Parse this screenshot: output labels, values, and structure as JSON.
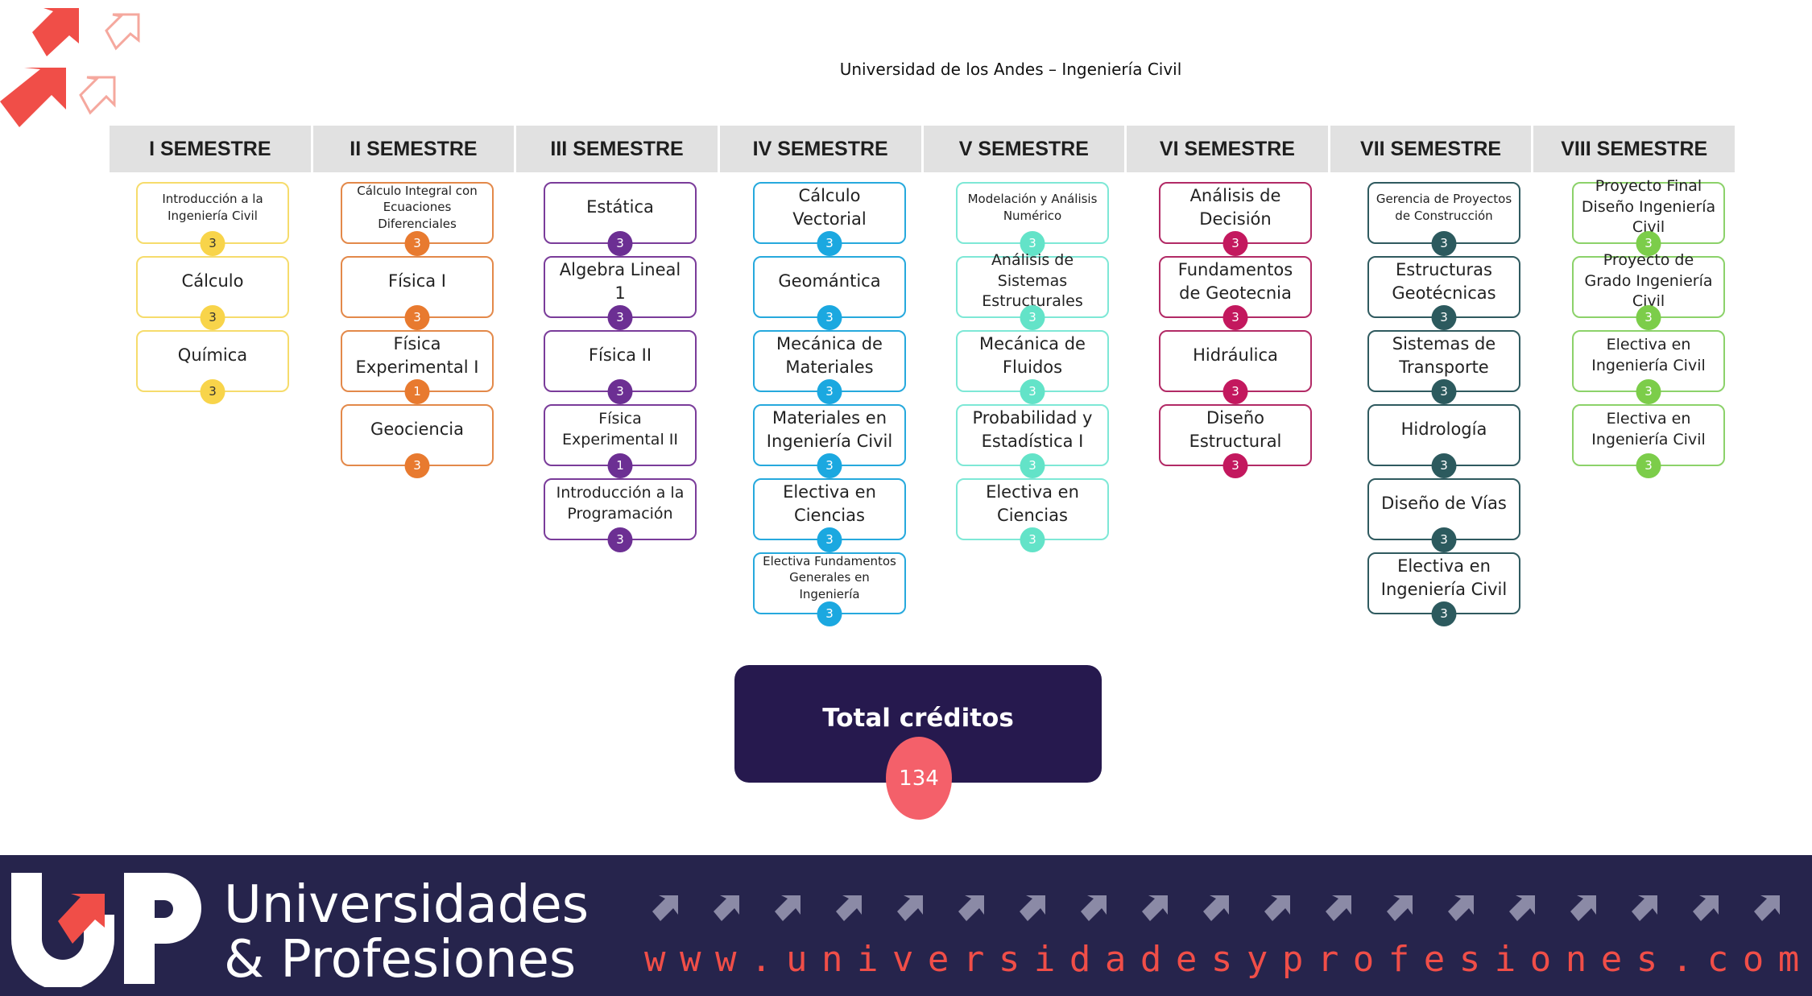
{
  "page_title": "Universidad de los Andes – Ingeniería Civil",
  "colors": {
    "header_bg": "#e1e1e1",
    "brand_navy": "#26244c",
    "total_box": "#26194e",
    "accent_red": "#f04e48",
    "accent_coral": "#f4606a"
  },
  "semesters": [
    {
      "name": "I SEMESTRE",
      "color": "#f6dc6c",
      "badge": "#f8d44a",
      "courses": [
        {
          "name": "Introducción a la Ingeniería Civil",
          "credits": "3",
          "size": "small"
        },
        {
          "name": "Cálculo",
          "credits": "3",
          "size": "large"
        },
        {
          "name": "Química",
          "credits": "3",
          "size": "large"
        }
      ]
    },
    {
      "name": "II SEMESTRE",
      "color": "#e3894a",
      "badge": "#e87a2f",
      "courses": [
        {
          "name": "Cálculo Integral con Ecuaciones Diferenciales",
          "credits": "3",
          "size": "small"
        },
        {
          "name": "Física I",
          "credits": "3",
          "size": "large"
        },
        {
          "name": "Física Experimental I",
          "credits": "1",
          "size": "large"
        },
        {
          "name": "Geociencia",
          "credits": "3",
          "size": "large"
        }
      ]
    },
    {
      "name": "III SEMESTRE",
      "color": "#7a3c9a",
      "badge": "#6c2f93",
      "courses": [
        {
          "name": "Estática",
          "credits": "3",
          "size": "large"
        },
        {
          "name": "Algebra Lineal 1",
          "credits": "3",
          "size": "large"
        },
        {
          "name": "Física II",
          "credits": "3",
          "size": "large"
        },
        {
          "name": "Física Experimental II",
          "credits": "1",
          "size": "medium"
        },
        {
          "name": "Introducción a la Programación",
          "credits": "3",
          "size": "medium"
        }
      ]
    },
    {
      "name": "IV SEMESTRE",
      "color": "#26a9dd",
      "badge": "#1ba8e0",
      "courses": [
        {
          "name": "Cálculo Vectorial",
          "credits": "3",
          "size": "large"
        },
        {
          "name": "Geomántica",
          "credits": "3",
          "size": "large"
        },
        {
          "name": "Mecánica de Materiales",
          "credits": "3",
          "size": "large"
        },
        {
          "name": "Materiales en Ingeniería Civil",
          "credits": "3",
          "size": "large"
        },
        {
          "name": "Electiva en Ciencias",
          "credits": "3",
          "size": "large"
        },
        {
          "name": "Electiva Fundamentos Generales en Ingeniería",
          "credits": "3",
          "size": "small"
        }
      ]
    },
    {
      "name": "V SEMESTRE",
      "color": "#7ee8d6",
      "badge": "#63e3c8",
      "courses": [
        {
          "name": "Modelación y Análisis Numérico",
          "credits": "3",
          "size": "small"
        },
        {
          "name": "Análisis de Sistemas Estructurales",
          "credits": "3",
          "size": "medium"
        },
        {
          "name": "Mecánica de Fluidos",
          "credits": "3",
          "size": "large"
        },
        {
          "name": "Probabilidad y Estadística I",
          "credits": "3",
          "size": "large"
        },
        {
          "name": "Electiva en Ciencias",
          "credits": "3",
          "size": "large"
        }
      ]
    },
    {
      "name": "VI SEMESTRE",
      "color": "#b22a66",
      "badge": "#c3185e",
      "courses": [
        {
          "name": "Análisis de Decisión",
          "credits": "3",
          "size": "large"
        },
        {
          "name": "Fundamentos de Geotecnia",
          "credits": "3",
          "size": "large"
        },
        {
          "name": "Hidráulica",
          "credits": "3",
          "size": "large"
        },
        {
          "name": "Diseño Estructural",
          "credits": "3",
          "size": "large"
        }
      ]
    },
    {
      "name": "VII SEMESTRE",
      "color": "#2f5a5f",
      "badge": "#2c5a5e",
      "courses": [
        {
          "name": "Gerencia de Proyectos de Construcción",
          "credits": "3",
          "size": "small"
        },
        {
          "name": "Estructuras Geotécnicas",
          "credits": "3",
          "size": "large"
        },
        {
          "name": "Sistemas de Transporte",
          "credits": "3",
          "size": "large"
        },
        {
          "name": "Hidrología",
          "credits": "3",
          "size": "large"
        },
        {
          "name": "Diseño de Vías",
          "credits": "3",
          "size": "large"
        },
        {
          "name": "Electiva en Ingeniería Civil",
          "credits": "3",
          "size": "large"
        }
      ]
    },
    {
      "name": "VIII SEMESTRE",
      "color": "#8cd26a",
      "badge": "#7ccd4a",
      "courses": [
        {
          "name": "Proyecto Final Diseño Ingeniería Civil",
          "credits": "3",
          "size": "medium"
        },
        {
          "name": "Proyecto de Grado Ingeniería Civil",
          "credits": "3",
          "size": "medium"
        },
        {
          "name": "Electiva en Ingeniería Civil",
          "credits": "3",
          "size": "medium"
        },
        {
          "name": "Electiva en Ingeniería Civil",
          "credits": "3",
          "size": "medium"
        }
      ]
    }
  ],
  "total": {
    "label": "Total créditos",
    "value": "134"
  },
  "footer": {
    "brand_line1": "Universidades",
    "brand_line2": "& Profesiones",
    "url": "www.universidadesyprofesiones.com",
    "logo_icon": "up-logo-icon",
    "arrow_icon": "diagonal-arrow-icon"
  }
}
